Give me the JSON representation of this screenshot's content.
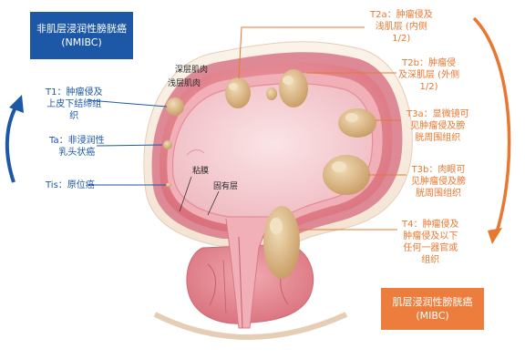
{
  "nmibc_box": {
    "line1": "非肌层浸润性膀胱癌",
    "line2": "(NMIBC)",
    "color": "#1d58a6"
  },
  "mibc_box": {
    "line1": "肌层浸润性膀胱癌",
    "line2": "(MIBC)",
    "color": "#ec7d3c"
  },
  "layers": {
    "deep_muscle": "深层肌肉",
    "superficial_muscle": "浅层肌肉",
    "mucosa": "粘膜",
    "lamina_propria": "固有层"
  },
  "left_stages": {
    "t1": {
      "line1": "T1：肿瘤侵及",
      "line2": "上皮下结缔组",
      "line3": "织"
    },
    "ta": {
      "line1": "Ta：非浸润性",
      "line2": "乳头状癌"
    },
    "tis": {
      "line1": "Tis：原位癌"
    }
  },
  "right_stages": {
    "t2a": {
      "line1": "T2a：肿瘤侵及",
      "line2": "浅肌层 (内侧",
      "line3": "1/2)"
    },
    "t2b": {
      "line1": "T2b：肿瘤侵",
      "line2": "及深肌层 (外侧",
      "line3": "1/2)"
    },
    "t3a": {
      "line1": "T3a：显微镜可",
      "line2": "见肿瘤侵及膀",
      "line3": "胱周围组织"
    },
    "t3b": {
      "line1": "T3b：肉眼可",
      "line2": "见肿瘤侵及膀",
      "line3": "胱周围组织"
    },
    "t4": {
      "line1": "T4：肿瘤侵及",
      "line2": "肿瘤侵及以下",
      "line3": "任何一器官或",
      "line4": "组织"
    }
  },
  "colors": {
    "blue": "#1d58a6",
    "orange": "#e8772f",
    "tumor": "#d8b98c",
    "wall": "#e48a93",
    "lumen": "#f2c6cc"
  }
}
